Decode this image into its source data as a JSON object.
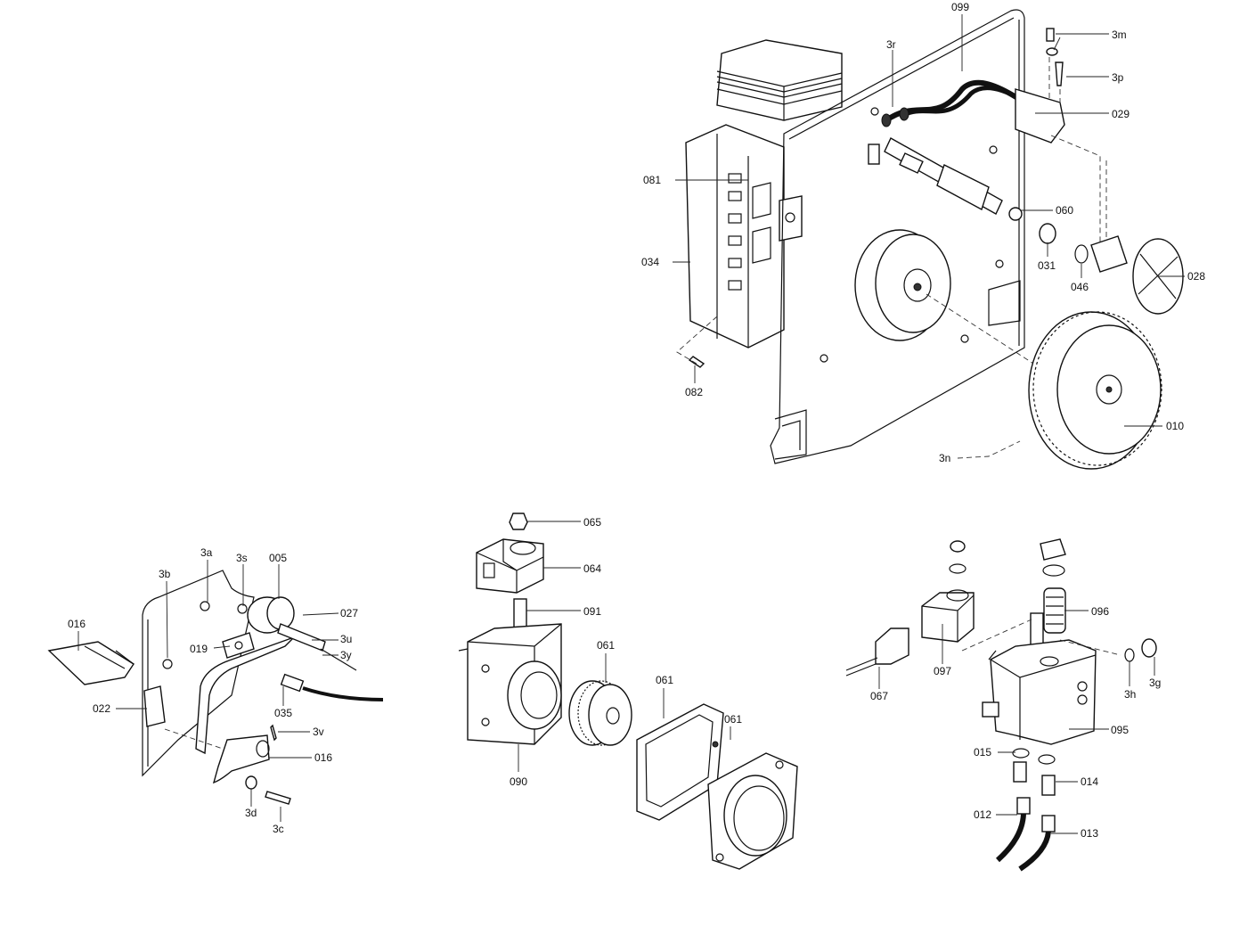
{
  "diagram": {
    "top_assembly": {
      "labels": [
        "099",
        "3r",
        "3m",
        "3p",
        "029",
        "081",
        "034",
        "060",
        "031",
        "046",
        "028",
        "082",
        "010",
        "3n"
      ]
    },
    "left_assembly": {
      "labels": [
        "016",
        "3a",
        "3b",
        "3s",
        "005",
        "027",
        "3u",
        "3y",
        "019",
        "022",
        "035",
        "3v",
        "016",
        "3d",
        "3c"
      ]
    },
    "middle_assembly": {
      "labels": [
        "065",
        "064",
        "091",
        "061",
        "061",
        "061",
        "090"
      ]
    },
    "right_assembly": {
      "labels": [
        "096",
        "097",
        "067",
        "3h",
        "3g",
        "095",
        "015",
        "014",
        "012",
        "013"
      ]
    }
  }
}
